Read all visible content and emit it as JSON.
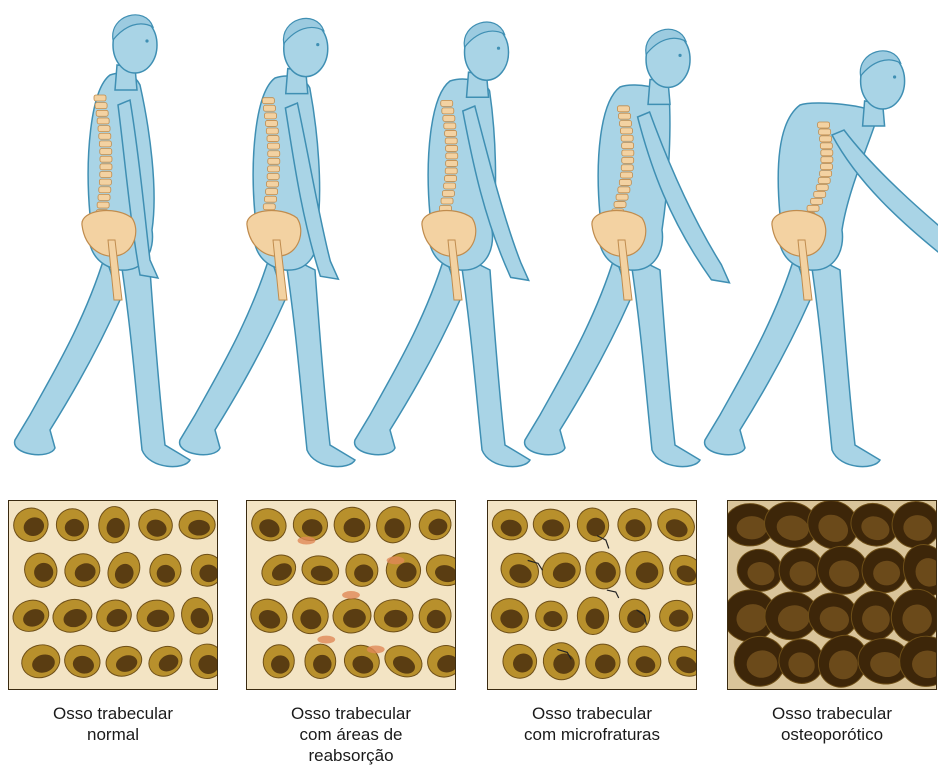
{
  "colors": {
    "body_fill": "#a9d4e6",
    "body_stroke": "#3f8fb3",
    "bone_fill": "#f3d2a2",
    "bone_stroke": "#c08c4e",
    "bone_cream": "#f3e4c4",
    "cavity_gold": "#b8902c",
    "cavity_dark": "#5a3d12",
    "resorption": "#e08858",
    "osteo_bg": "#3d2609"
  },
  "figures": [
    {
      "stage": 1,
      "stoop": 0
    },
    {
      "stage": 2,
      "stoop": 3
    },
    {
      "stage": 3,
      "stoop": 6
    },
    {
      "stage": 4,
      "stoop": 12
    },
    {
      "stage": 5,
      "stoop": 30
    }
  ],
  "panels": [
    {
      "caption_lines": [
        "Osso trabecular",
        "normal"
      ],
      "variant": "normal"
    },
    {
      "caption_lines": [
        "Osso trabecular",
        "com áreas de",
        "reabsorção"
      ],
      "variant": "resorption"
    },
    {
      "caption_lines": [
        "Osso trabecular",
        "com microfraturas"
      ],
      "variant": "microfracture"
    },
    {
      "caption_lines": [
        "Osso trabecular",
        "osteoporótico"
      ],
      "variant": "osteoporotic"
    }
  ]
}
